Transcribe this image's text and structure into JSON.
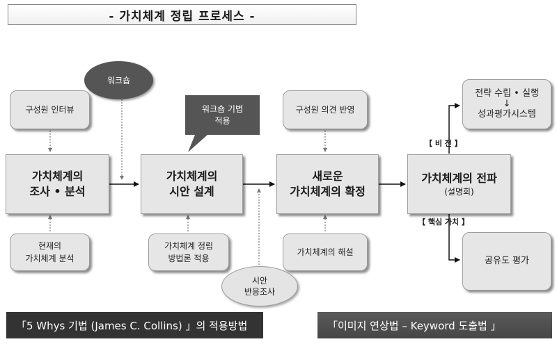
{
  "title": "- 가치체계 정립 프로세스 -",
  "inputs": {
    "interview": "구성원 인터뷰",
    "opinion": "구성원 의견 반영"
  },
  "workshop": "워크숍",
  "callout": [
    "워크숍 기법",
    "적용"
  ],
  "stages": {
    "s1": [
      "가치체계의",
      "조사 • 분석"
    ],
    "s2": [
      "가치체계의",
      "시안 설계"
    ],
    "s3": [
      "새로운",
      "가치체계의 확정"
    ],
    "s4": {
      "title": "가치체계의 전파",
      "sub": "(설명회)"
    }
  },
  "outputs": {
    "strategy": [
      "전략 수립 • 실행",
      "↓",
      "성과평가시스템"
    ],
    "share": "공유도 평가"
  },
  "labels": {
    "vision": "【 비 전 】",
    "core": "【 핵심 가치 】"
  },
  "bottom_inputs": {
    "current": [
      "현재의",
      "가치체계 분석"
    ],
    "method": [
      "가치체계 정립",
      "방법론 적용"
    ],
    "survey": [
      "시안",
      "반응조사"
    ],
    "explain": "가치체계의 해설"
  },
  "captions": {
    "left": "「5 Whys 기법 (James C. Collins) 」의 적용방법",
    "right": "「이미지 연상법 – Keyword 도출법 」"
  },
  "colors": {
    "box_fill": "#e6e6e6",
    "dark": "#555555",
    "caption_left": "#333333",
    "caption_right": "#505050"
  }
}
